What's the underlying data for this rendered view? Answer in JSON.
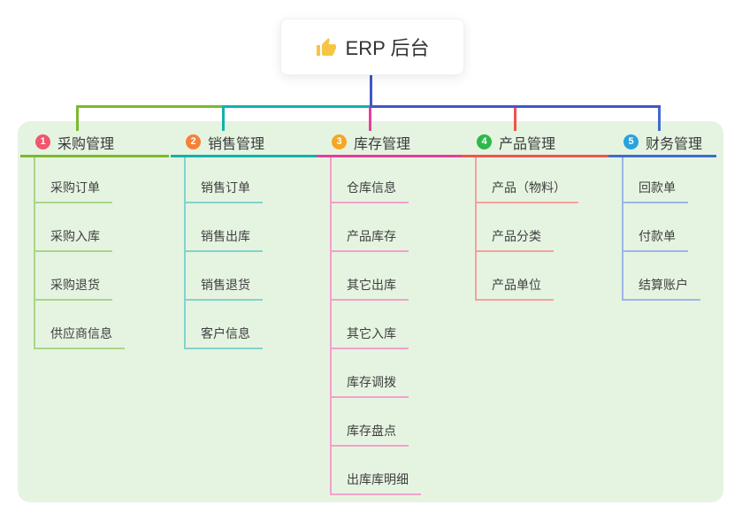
{
  "root": {
    "title": "ERP 后台",
    "icon": "thumbs-up-icon"
  },
  "connector_color": "#4356c8",
  "panel_color": "#e5f4e1",
  "branches": [
    {
      "num": "1",
      "label": "采购管理",
      "badge_color": "#f2566c",
      "line_color": "#7cb92e",
      "sub_line_color": "#a9d689",
      "items": [
        "采购订单",
        "采购入库",
        "采购退货",
        "供应商信息"
      ]
    },
    {
      "num": "2",
      "label": "销售管理",
      "badge_color": "#f58138",
      "line_color": "#12b2a8",
      "sub_line_color": "#82d3cc",
      "items": [
        "销售订单",
        "销售出库",
        "销售退货",
        "客户信息"
      ]
    },
    {
      "num": "3",
      "label": "库存管理",
      "badge_color": "#f5a623",
      "line_color": "#e93c9b",
      "sub_line_color": "#f3a0ca",
      "items": [
        "仓库信息",
        "产品库存",
        "其它出库",
        "其它入库",
        "库存调拨",
        "库存盘点",
        "出库库明细"
      ]
    },
    {
      "num": "4",
      "label": "产品管理",
      "badge_color": "#2eb84b",
      "line_color": "#f2534e",
      "sub_line_color": "#f8a09b",
      "items": [
        "产品（物料）",
        "产品分类",
        "产品单位"
      ]
    },
    {
      "num": "5",
      "label": "财务管理",
      "badge_color": "#29a3de",
      "line_color": "#3f6bd0",
      "sub_line_color": "#9db5e8",
      "items": [
        "回款单",
        "付款单",
        "结算账户"
      ]
    }
  ]
}
